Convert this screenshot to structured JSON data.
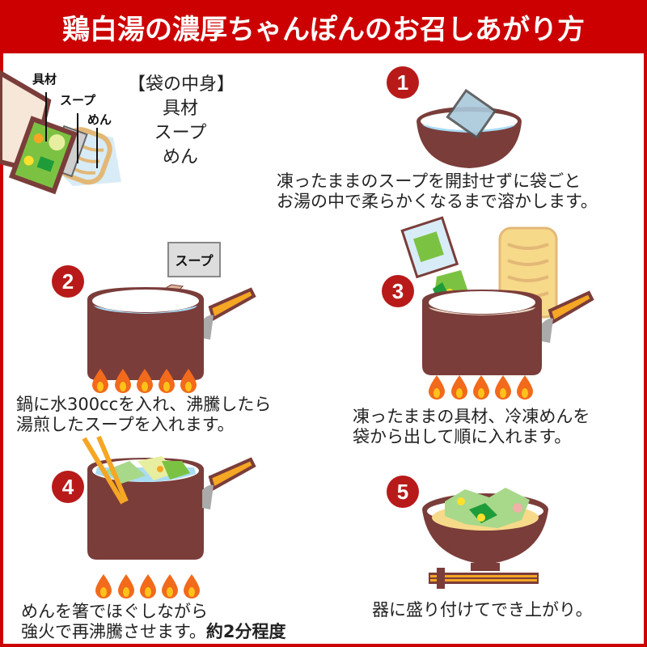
{
  "header": {
    "title": "鶏白湯の濃厚ちゃんぽんのお召しあがり方"
  },
  "colors": {
    "brand_red": "#cc0000",
    "badge_red": "#b81a1a",
    "pot_brown": "#7a3d3a",
    "water_blue": "#a9dcf5",
    "handle_orange": "#f5a623",
    "flame_orange": "#f26a1b",
    "flame_yellow": "#ffc21a"
  },
  "package": {
    "labels": [
      "具材",
      "スープ",
      "めん"
    ],
    "contents_title": "【袋の中身】",
    "contents_items": [
      "具材",
      "スープ",
      "めん"
    ]
  },
  "steps": [
    {
      "number": "1",
      "icon": "bowl-with-soup-pack-icon",
      "lines": [
        "凍ったままのスープを開封せずに袋ごと",
        "お湯の中で柔らかくなるまで溶かします。"
      ]
    },
    {
      "number": "2",
      "icon": "pot-pour-soup-icon",
      "packet_label": "スープ",
      "lines": [
        "鍋に水300ccを入れ、沸騰したら",
        "湯煎したスープを入れます。"
      ]
    },
    {
      "number": "3",
      "icon": "pot-add-ingredients-noodles-icon",
      "lines": [
        "凍ったままの具材、冷凍めんを",
        "袋から出して順に入れます。"
      ]
    },
    {
      "number": "4",
      "icon": "pot-chopsticks-icon",
      "lines": [
        "めんを箸でほぐしながら",
        "強火で再沸騰させます。"
      ],
      "emphasis": "約2分程度"
    },
    {
      "number": "5",
      "icon": "served-bowl-icon",
      "lines": [
        "器に盛り付けてでき上がり。"
      ]
    }
  ]
}
